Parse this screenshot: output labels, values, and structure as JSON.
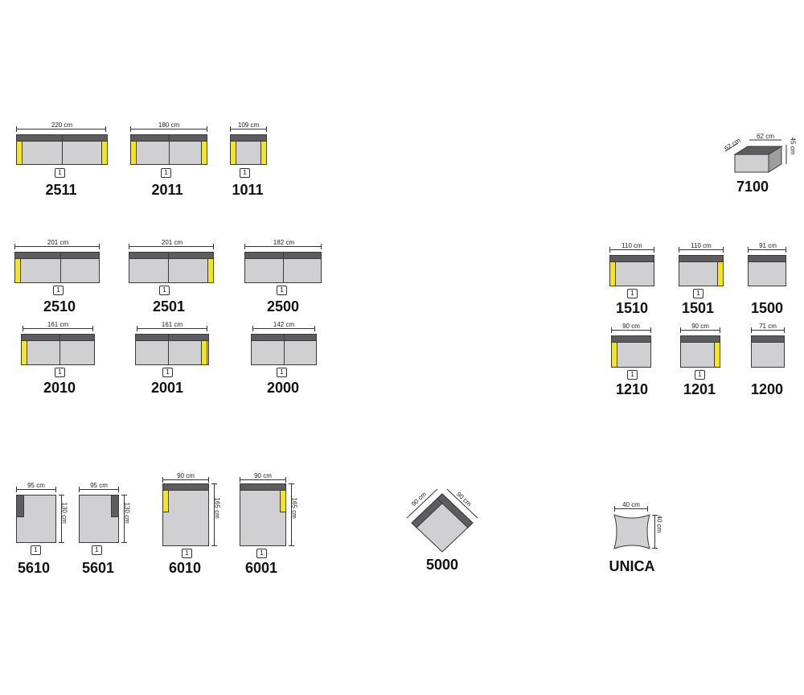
{
  "colors": {
    "body": "#d0cfd2",
    "back": "#5d5c5f",
    "arm": "#f4e619",
    "outline": "#3a3a3a"
  },
  "qty_label": "1",
  "modules": {
    "m2511": {
      "code": "2511",
      "width": "220 cm"
    },
    "m2011": {
      "code": "2011",
      "width": "180 cm"
    },
    "m1011": {
      "code": "1011",
      "width": "109 cm"
    },
    "m7100": {
      "code": "7100",
      "width": "62 cm",
      "depth": "62 cm",
      "height": "45 cm"
    },
    "m2510": {
      "code": "2510",
      "width": "201 cm"
    },
    "m2501": {
      "code": "2501",
      "width": "201 cm"
    },
    "m2500": {
      "code": "2500",
      "width": "182 cm"
    },
    "m2010": {
      "code": "2010",
      "width": "161 cm"
    },
    "m2001": {
      "code": "2001",
      "width": "161 cm"
    },
    "m2000": {
      "code": "2000",
      "width": "142 cm"
    },
    "m1510": {
      "code": "1510",
      "width": "110 cm"
    },
    "m1501": {
      "code": "1501",
      "width": "110 cm"
    },
    "m1500": {
      "code": "1500",
      "width": "91 cm"
    },
    "m1210": {
      "code": "1210",
      "width": "90 cm"
    },
    "m1201": {
      "code": "1201",
      "width": "90 cm"
    },
    "m1200": {
      "code": "1200",
      "width": "71 cm"
    },
    "m5610": {
      "code": "5610",
      "width": "95 cm",
      "depth": "130 cm"
    },
    "m5601": {
      "code": "5601",
      "width": "95 cm",
      "depth": "130 cm"
    },
    "m6010": {
      "code": "6010",
      "width": "90 cm",
      "depth": "165 cm"
    },
    "m6001": {
      "code": "6001",
      "width": "90 cm",
      "depth": "165 cm"
    },
    "m5000": {
      "code": "5000",
      "side_a": "90 cm",
      "side_b": "90 cm"
    },
    "unica": {
      "code": "UNICA",
      "width": "40 cm",
      "height": "40 cm"
    }
  }
}
